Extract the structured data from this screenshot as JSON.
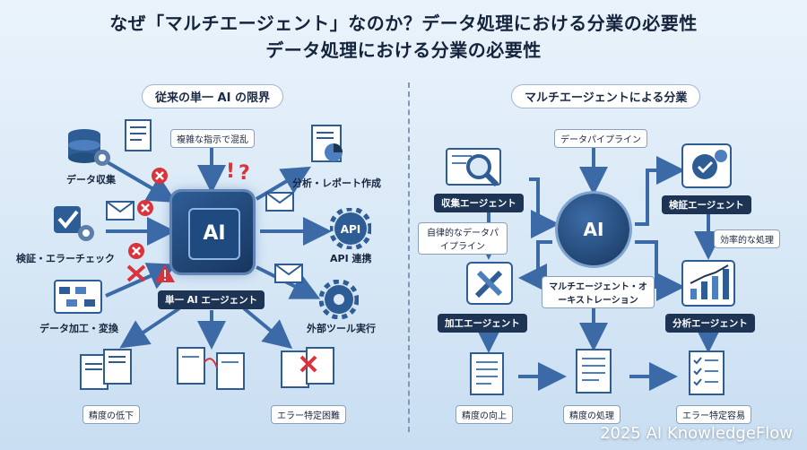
{
  "title_line1": "なぜ「マルチエージェント」なのか？データ処理における分業の必要性",
  "title_line2": "データ処理における分業の必要性",
  "left": {
    "header": "従来の単一 AI の限界",
    "chip_label": "AI",
    "agent_label": "単一 AI エージェント",
    "confusion": "複雑な指示で混乱",
    "inputs": [
      "データ収集",
      "検証・エラーチェック",
      "データ加工・変換"
    ],
    "outputs": [
      "分析・レポート作成",
      "API 連携",
      "外部ツール実行"
    ],
    "api_text": "API",
    "results": [
      "精度の低下",
      "エラー特定困難"
    ]
  },
  "right": {
    "header": "マルチエージェントによる分業",
    "pipeline": "データパイプライン",
    "hub_label": "AI",
    "orchestration": "マルチエージェント・オーキストレーション",
    "autonomous": "自律的なデータパイプライン",
    "efficient": "効率的な処理",
    "agents": [
      "収集エージェント",
      "加工エージェント",
      "検証エージェント",
      "分析エージェント"
    ],
    "results": [
      "精度の向上",
      "精度の処理",
      "エラー特定容易"
    ]
  },
  "footer": "2025 AI KnowledgeFlow",
  "colors": {
    "accent": "#1d3454",
    "arrow": "#3b6aa6",
    "error": "#d9343b"
  }
}
